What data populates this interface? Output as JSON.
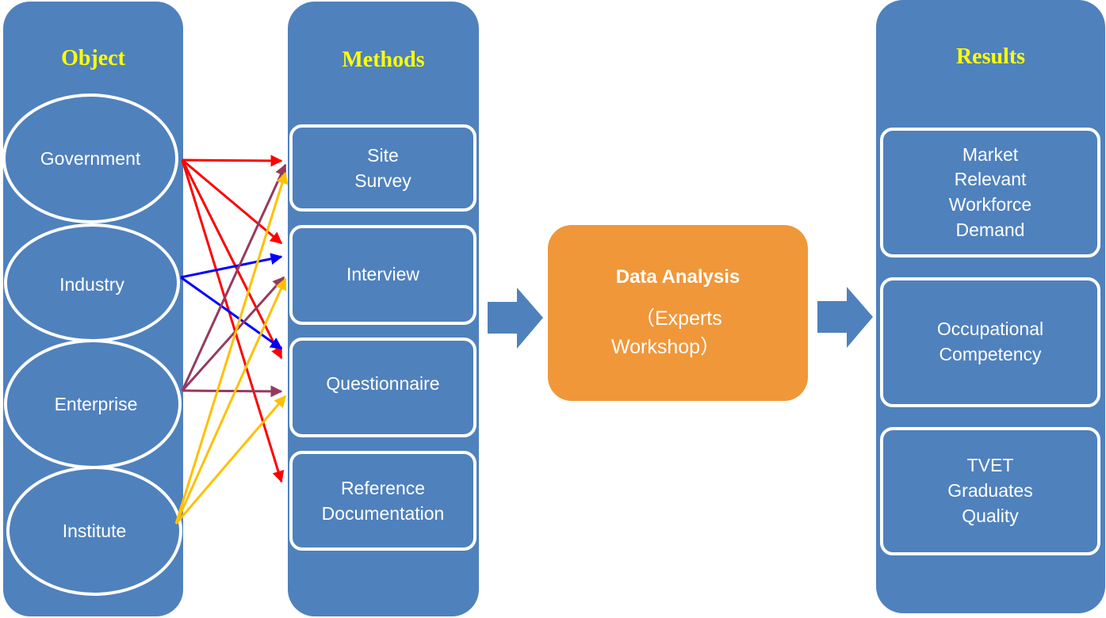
{
  "object": {
    "title": "Object",
    "items": [
      {
        "label": "Government"
      },
      {
        "label": "Industry"
      },
      {
        "label": "Enterprise"
      },
      {
        "label": "Institute"
      }
    ]
  },
  "methods": {
    "title": "Methods",
    "items": [
      {
        "line1": "Site",
        "line2": "Survey"
      },
      {
        "line1": "Interview",
        "line2": ""
      },
      {
        "line1": "Questionnaire",
        "line2": ""
      },
      {
        "line1": "Reference",
        "line2": "Documentation"
      }
    ]
  },
  "analysis": {
    "title": "Data Analysis",
    "line1": "（Experts",
    "line2": "Workshop）"
  },
  "results": {
    "title": "Results",
    "items": [
      {
        "lines": [
          "Market",
          "Relevant",
          "Workforce",
          "Demand"
        ]
      },
      {
        "lines": [
          "Occupational",
          "Competency"
        ]
      },
      {
        "lines": [
          "TVET",
          "Graduates",
          "Quality"
        ]
      }
    ]
  },
  "colors": {
    "panel": "#4f81bd",
    "title": "#ffff00",
    "analysis": "#f0973a",
    "government_arrow": "#ff0000",
    "industry_arrow": "#0000ff",
    "enterprise_arrow": "#953a5f",
    "institute_arrow": "#ffc000"
  }
}
